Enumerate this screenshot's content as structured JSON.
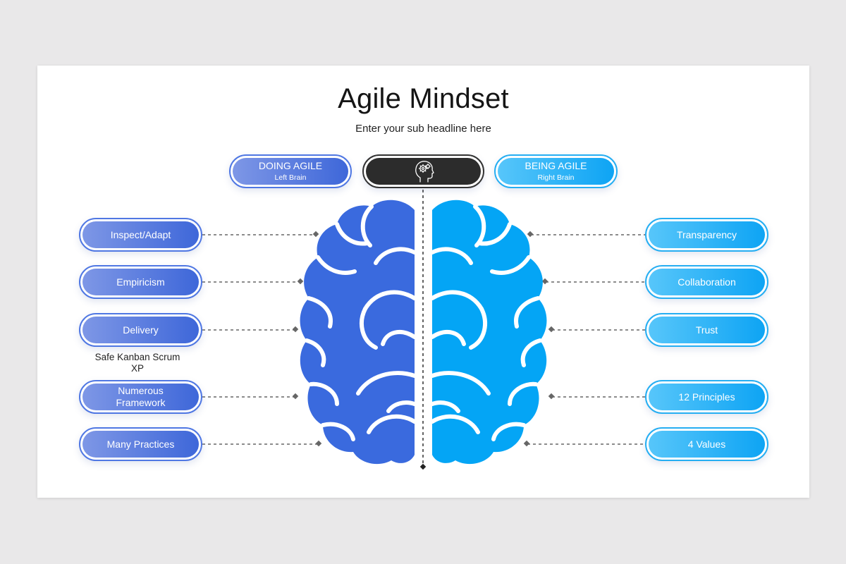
{
  "title": "Agile Mindset",
  "subtitle": "Enter your sub headline here",
  "header": {
    "left": {
      "label": "DOING AGILE",
      "sub": "Left Brain"
    },
    "center_icon": "head-gears-icon",
    "right": {
      "label": "BEING AGILE",
      "sub": "Right Brain"
    }
  },
  "left_items": [
    "Inspect/Adapt",
    "Empiricism",
    "Delivery",
    "Numerous Framework",
    "Many Practices"
  ],
  "left_note": "Safe Kanban Scrum XP",
  "right_items": [
    "Transparency",
    "Collaboration",
    "Trust",
    "12 Principles",
    "4 Values"
  ],
  "colors": {
    "left_brain": "#3a6ade",
    "right_brain": "#04a5f5",
    "left_pill_border": "#4f77e3",
    "right_pill_border": "#25aef2",
    "center_pill": "#2c2c2c"
  }
}
